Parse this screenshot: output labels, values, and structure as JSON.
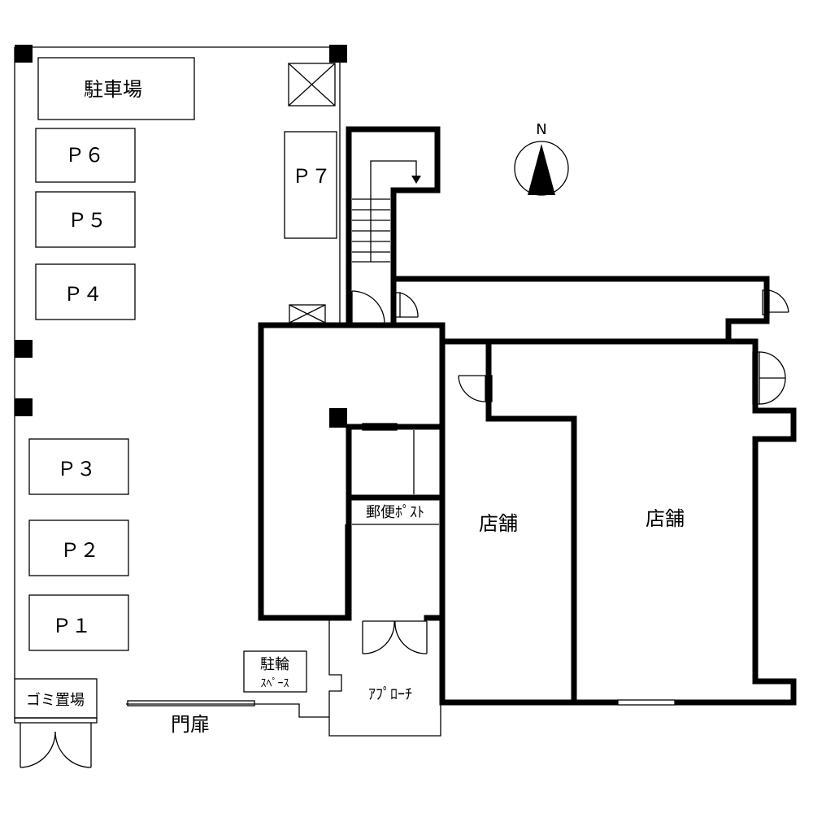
{
  "north": {
    "label": "N"
  },
  "parking": {
    "title": "駐車場",
    "spaces": [
      {
        "id": "p6",
        "label": "Ｐ６"
      },
      {
        "id": "p5",
        "label": "Ｐ５"
      },
      {
        "id": "p4",
        "label": "Ｐ４"
      },
      {
        "id": "p3",
        "label": "Ｐ３"
      },
      {
        "id": "p2",
        "label": "Ｐ２"
      },
      {
        "id": "p1",
        "label": "Ｐ１"
      },
      {
        "id": "p7",
        "label": "Ｐ７"
      }
    ]
  },
  "rooms": {
    "shop_left": "店舗",
    "shop_right": "店舗",
    "mailbox": "郵便ﾎﾟｽﾄ",
    "approach": "ｱﾌﾟﾛｰﾁ",
    "bike_line1": "駐輪",
    "bike_line2": "ｽﾍﾟｰｽ",
    "garbage": "ゴミ置場",
    "gate": "門扉"
  }
}
